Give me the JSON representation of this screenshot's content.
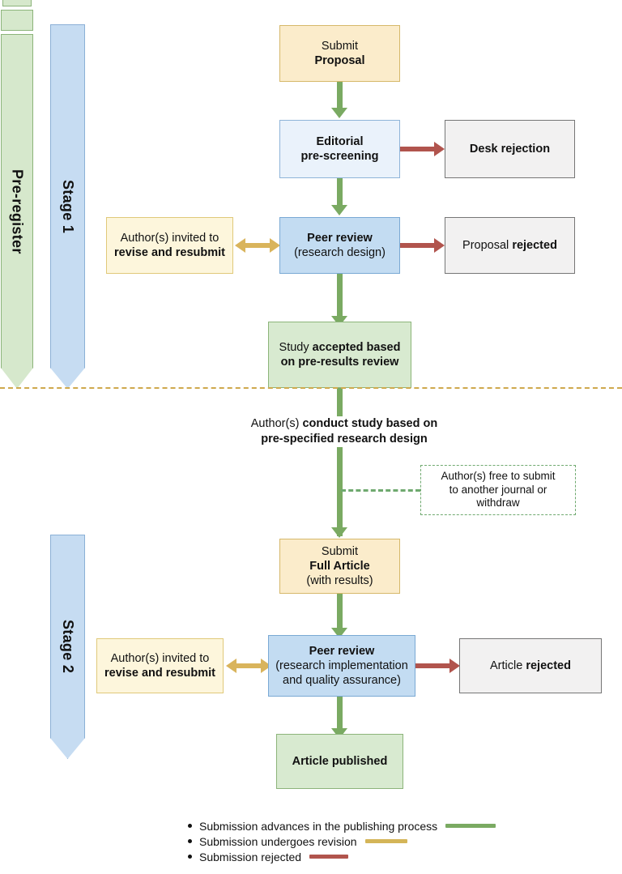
{
  "figure": {
    "type": "flowchart",
    "title": "Registered Reports two-stage peer review process"
  },
  "banners": {
    "pre_register": "Pre-register",
    "stage_1": "Stage 1",
    "stage_2": "Stage 2"
  },
  "stage1": {
    "submit_proposal": {
      "line1": "Submit",
      "line2": "Proposal"
    },
    "editorial_prescreening": {
      "line1": "Editorial",
      "line2": "pre-screening"
    },
    "desk_rejection": {
      "line1": "Desk rejection"
    },
    "revise_resubmit_1": {
      "line1": "Author(s) invited to",
      "line2": "revise and resubmit"
    },
    "peer_review_1": {
      "line1": "Peer review",
      "line2": "(research design)"
    },
    "proposal_rejected": {
      "line1": "Proposal ",
      "line2": "rejected"
    },
    "study_accepted": {
      "line1": "Study ",
      "line2": "accepted based",
      "line3": "on pre-results review"
    }
  },
  "interstage": {
    "conduct_study": {
      "line1": "Author(s) ",
      "line2": "conduct study",
      "line3": "based on pre-specified",
      "line4": "research design"
    },
    "free_to_submit": {
      "line1": "Author(s) free to submit",
      "line2": "to another journal or",
      "line3": "withdraw"
    }
  },
  "stage2": {
    "submit_full_article": {
      "line1": "Submit",
      "line2": "Full Article",
      "line3": "(with results)"
    },
    "revise_resubmit_2": {
      "line1": "Author(s) invited to",
      "line2": "revise and resubmit"
    },
    "peer_review_2": {
      "line1": "Peer review",
      "line2": "(research implementation",
      "line3": "and quality assurance)"
    },
    "article_rejected": {
      "line1": "Article ",
      "line2": "rejected"
    },
    "article_published": {
      "line1": "Article published"
    }
  },
  "legend": {
    "items": [
      {
        "label": "Submission advances in the publishing process",
        "color": "#7aaa62",
        "width": 62
      },
      {
        "label": "Submission undergoes revision",
        "color": "#d4b558",
        "width": 52
      },
      {
        "label": "Submission rejected",
        "color": "#b1544d",
        "width": 48
      }
    ]
  },
  "colors": {
    "advance_green": "#7aaa62",
    "revision_gold": "#d4b558",
    "reject_red": "#b1544d",
    "stage_blue": "#c6dcf2",
    "prereg_green": "#d6e8cc",
    "divider_gold": "#cfa94e"
  }
}
